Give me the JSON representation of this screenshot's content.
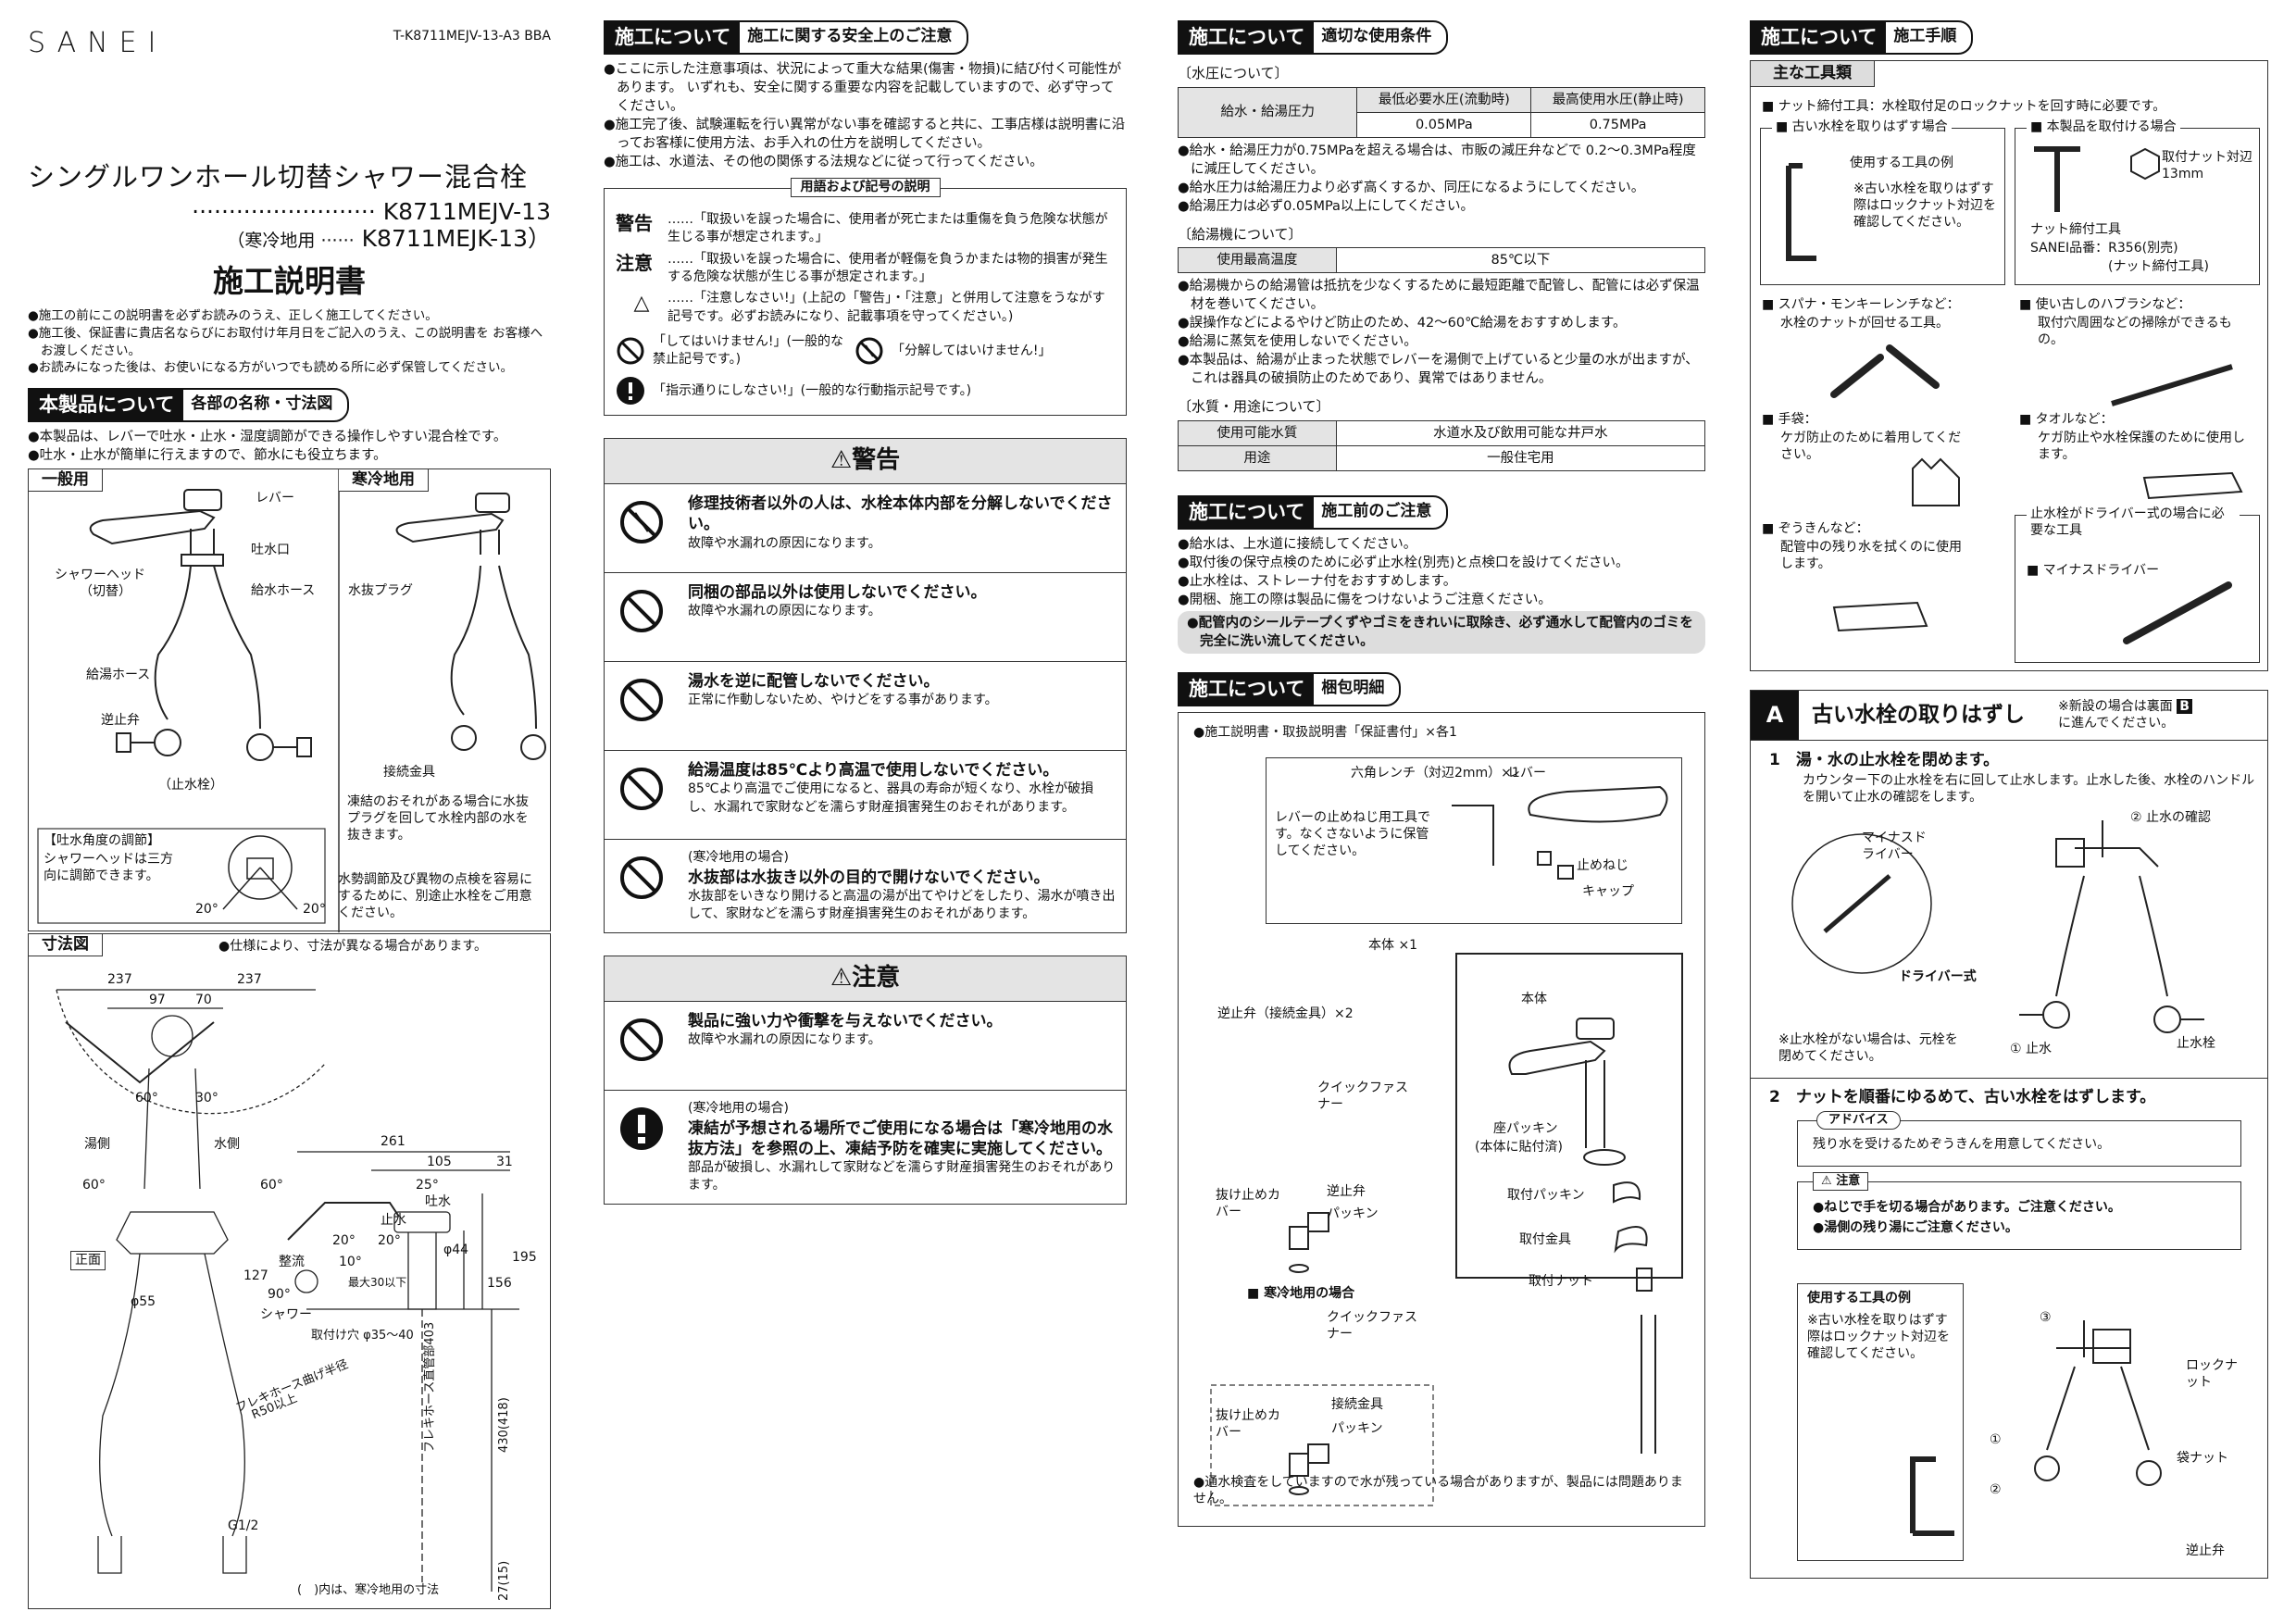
{
  "header": {
    "brand": "SANEI",
    "doc_code": "T-K8711MEJV-13-A3  BBA",
    "product_name": "シングルワンホール切替シャワー混合栓",
    "model_line1": "·························  K8711MEJV-13",
    "model_line2_prefix": "（寒冷地用  ······",
    "model_line2": "K8711MEJK-13）",
    "doc_title": "施工説明書"
  },
  "intro_bullets": [
    "施工の前にこの説明書を必ずお読みのうえ、正しく施工してください。",
    "施工後、保証書に貴店名ならびにお取付け年月日をご記入のうえ、この説明書を お客様へお渡しください。",
    "お読みになった後は、お使いになる方がいつでも読める所に必ず保管してください。"
  ],
  "product_section": {
    "head_a": "本製品について",
    "head_b": "各部の名称・寸法図",
    "bullets": [
      "本製品は、レバーで吐水・止水・湿度調節ができる操作しやすい混合栓です。",
      "吐水・止水が簡単に行えますので、節水にも役立ちます。"
    ],
    "general_tab": "一般用",
    "cold_tab": "寒冷地用",
    "labels": {
      "lever": "レバー",
      "spout": "吐水口",
      "shower_head": "シャワーヘッド",
      "shower_head_sub": "（切替）",
      "supply_hose": "給水ホース",
      "hot_hose": "給湯ホース",
      "check_valve": "逆止弁",
      "stop_valve": "（止水栓）",
      "drain_plug": "水抜プラグ",
      "fitting": "接続金具"
    },
    "cold_note": "凍結のおそれがある場合に水抜プラグを回して水栓内部の水を抜きます。",
    "angle_title": "【吐水角度の調節】",
    "angle_text": "シャワーヘッドは三方向に調節できます。",
    "angle_left": "20°",
    "angle_right": "20°",
    "pressure_note": "水勢調節及び異物の点検を容易にするために、別途止水栓をご用意ください。",
    "dimension_tab": "寸法図",
    "dimension_note": "●仕様により、寸法が異なる場合があります。",
    "dims": {
      "d237a": "237",
      "d237b": "237",
      "d97": "97",
      "d70": "70",
      "a60a": "60°",
      "a30": "30°",
      "a60b": "60°",
      "a60c": "60°",
      "hot": "湯側",
      "water": "水側",
      "d261": "261",
      "d105": "105",
      "d31": "31",
      "a25": "25°",
      "spout_lbl": "吐水",
      "stop_lbl": "止水",
      "a20a": "20°",
      "a20b": "20°",
      "phi44": "φ44",
      "d195": "195",
      "d156": "156",
      "d127": "127",
      "a10": "10°",
      "a90": "90°",
      "straight": "整流",
      "shower": "シャワー",
      "max30": "最大30以下",
      "mount_hole": "取付け穴 φ35～40",
      "front": "正面",
      "phi55": "φ55",
      "flex_bend": "フレキホース曲げ半径",
      "r50": "R50以上",
      "g12": "G1/2",
      "straight_len": "フレキホース直管部403",
      "d430": "430(418)",
      "d27": "27(15)",
      "paren_note": "(　)内は、寒冷地用の寸法"
    }
  },
  "safety": {
    "head_a": "施工について",
    "head_b": "施工に関する安全上のご注意",
    "bullets": [
      "ここに示した注意事項は、状況によって重大な結果(傷害・物損)に結び付く可能性があります。 いずれも、安全に関する重要な内容を記載していますので、必ず守ってください。",
      "施工完了後、試験運転を行い異常がない事を確認すると共に、工事店様は説明書に沿ってお客様に使用方法、お手入れの仕方を説明してください。",
      "施工は、水道法、その他の関係する法規などに従って行ってください。"
    ],
    "legend_title": "用語および記号の説明",
    "legend": [
      {
        "term": "警告",
        "text": "……「取扱いを誤った場合に、使用者が死亡または重傷を負う危険な状態が生じる事が想定されます。」"
      },
      {
        "term": "注意",
        "text": "……「取扱いを誤った場合に、使用者が軽傷を負うかまたは物的損害が発生する危険な状態が生じる事が想定されます。」"
      },
      {
        "term": "△",
        "text": "……「注意しなさい!」(上記の「警告」・「注意」と併用して注意をうながす記号です。必ずお読みになり、記載事項を守ってください。)"
      }
    ],
    "sym_prohibit": "「してはいけません!」(一般的な禁止記号です。)",
    "sym_nodisassemble": "「分解してはいけません!」",
    "sym_mandatory": "「指示通りにしなさい!」(一般的な行動指示記号です。)",
    "warning_title": "警告",
    "warnings": [
      {
        "main": "修理技術者以外の人は、水栓本体内部を分解しないでください。",
        "note": "故障や水漏れの原因になります。"
      },
      {
        "main": "同梱の部品以外は使用しないでください。",
        "note": "故障や水漏れの原因になります。"
      },
      {
        "main": "湯水を逆に配管しないでください。",
        "note": "正常に作動しないため、やけどをする事があります。"
      },
      {
        "main": "給湯温度は85℃より高温で使用しないでください。",
        "note": "85℃より高温でご使用になると、器具の寿命が短くなり、水栓が破損し、水漏れで家財などを濡らす財産損害発生のおそれがあります。"
      },
      {
        "pre": "(寒冷地用の場合)",
        "main": "水抜部は水抜き以外の目的で開けないでください。",
        "note": "水抜部をいきなり開けると高温の湯が出てやけどをしたり、湯水が噴き出して、家財などを濡らす財産損害発生のおそれがあります。"
      }
    ],
    "caution_title": "注意",
    "cautions": [
      {
        "main": "製品に強い力や衝撃を与えないでください。",
        "note": "故障や水漏れの原因になります。"
      },
      {
        "pre": "(寒冷地用の場合)",
        "main": "凍結が予想される場所でご使用になる場合は「寒冷地用の水抜方法」を参照の上、凍結予防を確実に実施してください。",
        "note": "部品が破損し、水漏れして家財などを濡らす財産損害発生のおそれがあります。"
      }
    ]
  },
  "conditions": {
    "head_a": "施工について",
    "head_b": "適切な使用条件",
    "pressure_sub": "〔水圧について〕",
    "pressure_table": {
      "row_label": "給水・給湯圧力",
      "col1": "最低必要水圧(流動時)",
      "col2": "最高使用水圧(静止時)",
      "val1": "0.05MPa",
      "val2": "0.75MPa"
    },
    "pressure_bullets": [
      "給水・給湯圧力が0.75MPaを超える場合は、市販の減圧弁などで 0.2～0.3MPa程度に減圧してください。",
      "給水圧力は給湯圧力より必ず高くするか、同圧になるようにしてください。",
      "給湯圧力は必ず0.05MPa以上にしてください。"
    ],
    "heater_sub": "〔給湯機について〕",
    "heater_label": "使用最高温度",
    "heater_value": "85℃以下",
    "heater_bullets": [
      "給湯機からの給湯管は抵抗を少なくするために最短距離で配管し、配管には必ず保温材を巻いてください。",
      "誤操作などによるやけど防止のため、42～60℃給湯をおすすめします。",
      "給湯に蒸気を使用しないでください。",
      "本製品は、給湯が止まった状態でレバーを湯側で上げていると少量の水が出ますが、これは器具の破損防止のためであり、異常ではありません。"
    ],
    "quality_sub": "〔水質・用途について〕",
    "quality_rows": [
      {
        "label": "使用可能水質",
        "value": "水道水及び飲用可能な井戸水"
      },
      {
        "label": "用途",
        "value": "一般住宅用"
      }
    ]
  },
  "precautions": {
    "head_a": "施工について",
    "head_b": "施工前のご注意",
    "bullets": [
      "給水は、上水道に接続してください。",
      "取付後の保守点検のために必ず止水栓(別売)と点検口を設けてください。",
      "止水栓は、ストレーナ付をおすすめします。",
      "開梱、施工の際は製品に傷をつけないようご注意ください。"
    ],
    "highlight": "配管内のシールテープくずやゴミをきれいに取除き、必ず通水して配管内のゴミを完全に洗い流してください。"
  },
  "packing": {
    "head_a": "施工について",
    "head_b": "梱包明細",
    "docs_line": "●施工説明書・取扱説明書「保証書付」×各1",
    "hex_wrench": "六角レンチ（対辺2mm）×1",
    "lever": "レバー",
    "lever_screw_note": "レバーの止めねじ用工具です。なくさないように保管してください。",
    "stop_screw": "止めねじ",
    "cap": "キャップ",
    "body_count": "本体 ×1",
    "body": "本体",
    "seat_packing": "座パッキン",
    "seat_packing_sub": "(本体に貼付済)",
    "mount_packing": "取付パッキン",
    "mount_bracket": "取付金具",
    "mount_nut": "取付ナット",
    "check_valve_count": "逆止弁（接続金具）×2",
    "quick_fastener": "クイックファスナー",
    "pullout_cover": "抜け止めカバー",
    "check_valve": "逆止弁",
    "packing_lbl": "パッキン",
    "cold_title": "■ 寒冷地用の場合",
    "quick_fastener2": "クイックファスナー",
    "pullout_cover2": "抜け止めカバー",
    "fitting2": "接続金具",
    "packing_lbl2": "パッキン",
    "bottom_note": "●通水検査をしていますので水が残っている場合がありますが、製品には問題ありません。"
  },
  "procedure": {
    "head_a": "施工について",
    "head_b": "施工手順",
    "tools_title": "主な工具類",
    "nut_tool_line": "■ ナット締付工具：水栓取付足のロックナットを回す時に必要です。",
    "old_box_title": "■ 古い水栓を取りはずす場合",
    "old_box_text1": "使用する工具の例",
    "old_box_text2": "※古い水栓を取りはずす際はロックナット対辺を確認してください。",
    "new_box_title": "■ 本製品を取付ける場合",
    "nut_across": "取付ナット対辺13mm",
    "nut_tool": "ナット締付工具",
    "sanei_part": "SANEI品番：R356(別売)",
    "sanei_part_sub": "(ナット締付工具)",
    "spanner": "■ スパナ・モンキーレンチなど：",
    "spanner_sub": "水栓のナットが回せる工具。",
    "brush": "■ 使い古しのハブラシなど：",
    "brush_sub": "取付穴周囲などの掃除ができるもの。",
    "gloves": "■ 手袋：",
    "gloves_sub": "ケガ防止のために着用してください。",
    "towel": "■ タオルなど：",
    "towel_sub": "ケガ防止や水栓保護のために使用します。",
    "cloth": "■ ぞうきんなど：",
    "cloth_sub": "配管中の残り水を拭くのに使用します。",
    "driver_box_title": "止水栓がドライバー式の場合に必要な工具",
    "driver": "■ マイナスドライバー",
    "stepA_letter": "A",
    "stepA_title": "古い水栓の取りはずし",
    "stepA_note": "※新設の場合は裏面",
    "stepA_note_b": "B",
    "stepA_note2": "に進んでください。",
    "step1": "1　湯・水の止水栓を閉めます。",
    "step1_sub": "カウンター下の止水栓を右に回して止水します。止水した後、水栓のハンドルを開いて止水の確認をします。",
    "stop_confirm": "② 止水の確認",
    "minus_driver": "マイナスドライバー",
    "driver_type": "ドライバー式",
    "stop_water": "① 止水",
    "stop_valve": "止水栓",
    "no_stop_valve": "※止水栓がない場合は、元栓を閉めてください。",
    "step2": "2　ナットを順番にゆるめて、古い水栓をはずします。",
    "advice_title": "アドバイス",
    "advice_text": "残り水を受けるためぞうきんを用意してください。",
    "caution_title": "注意",
    "caution_items": [
      "●ねじで手を切る場合があります。ご注意ください。",
      "●湯側の残り湯にご注意ください。"
    ],
    "tool_example_title": "使用する工具の例",
    "tool_example_text": "※古い水栓を取りはずす際はロックナット対辺を確認してください。",
    "lock_nut": "ロックナット",
    "bag_nut": "袋ナット",
    "check_valve": "逆止弁",
    "n1": "①",
    "n2": "②",
    "n3": "③"
  }
}
